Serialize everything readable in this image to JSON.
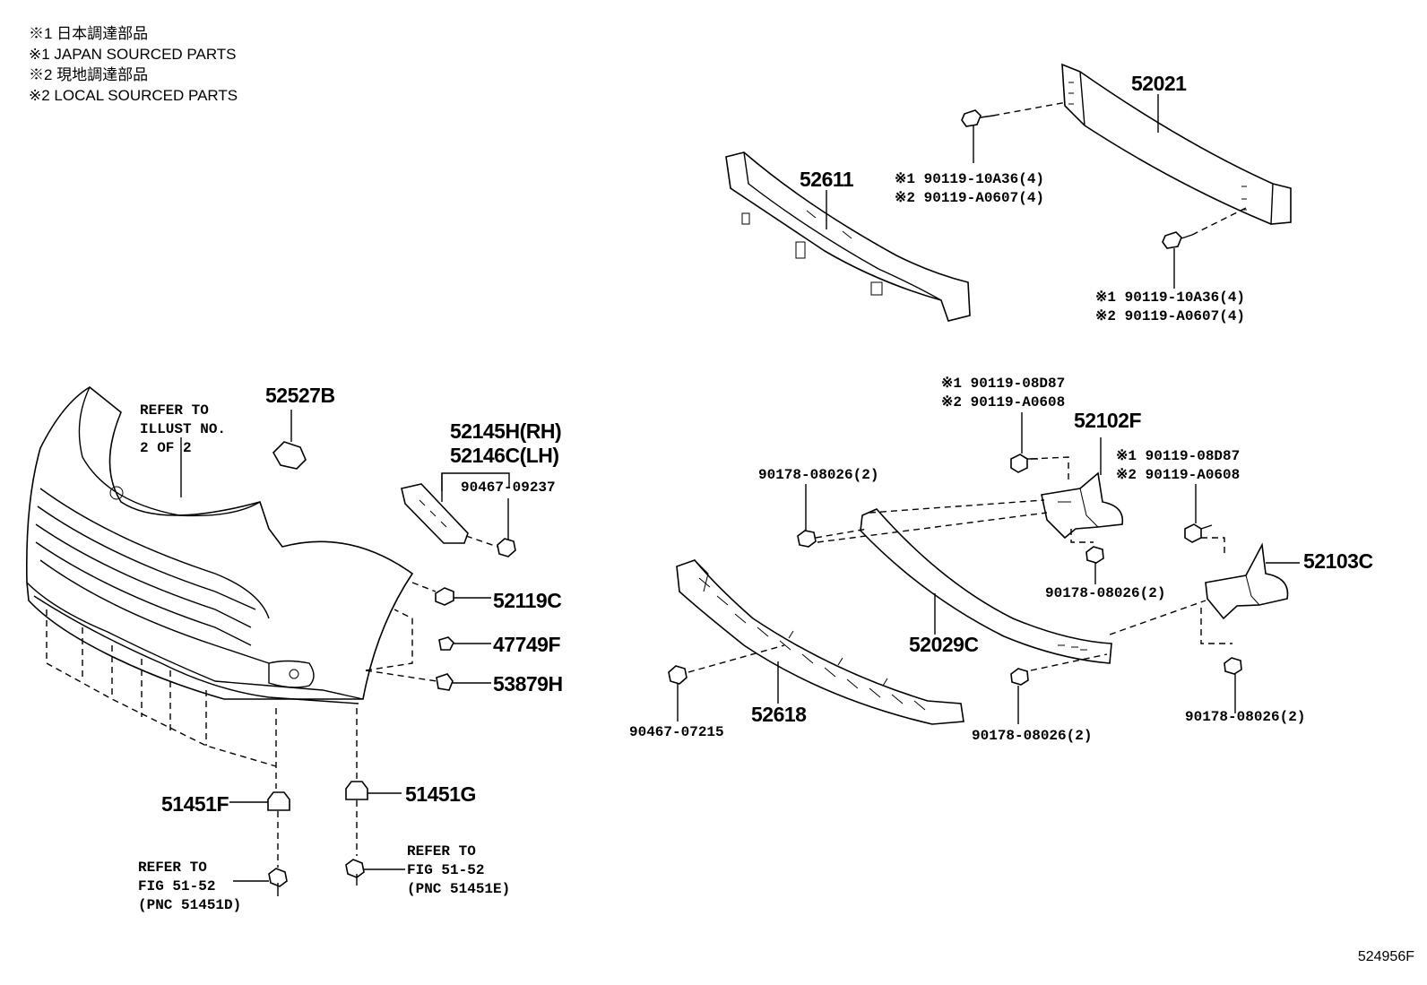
{
  "legend": [
    "※1 日本調達部品",
    "※1 JAPAN SOURCED PARTS",
    "※2 現地調達部品",
    "※2 LOCAL SOURCED PARTS"
  ],
  "parts": {
    "p52021": "52021",
    "p52611": "52611",
    "bolt_top_a_1": "※1 90119-10A36(4)",
    "bolt_top_a_2": "※2 90119-A0607(4)",
    "bolt_top_b_1": "※1 90119-10A36(4)",
    "bolt_top_b_2": "※2 90119-A0607(4)",
    "p52527B": "52527B",
    "refer_illust": [
      "REFER TO",
      "ILLUST NO.",
      "2 OF 2"
    ],
    "p52145H": "52145H(RH)",
    "p52146C": "52146C(LH)",
    "p90467_09237": "90467-09237",
    "p52119C": "52119C",
    "p47749F": "47749F",
    "p53879H": "53879H",
    "p51451F": "51451F",
    "p51451G": "51451G",
    "refer_fig_left": [
      "REFER TO",
      "FIG 51-52",
      "(PNC 51451D)"
    ],
    "refer_fig_right": [
      "REFER TO",
      "FIG 51-52",
      "(PNC 51451E)"
    ],
    "bolt_mid_a_1": "※1 90119-08D87",
    "bolt_mid_a_2": "※2 90119-A0608",
    "p52102F": "52102F",
    "bolt_mid_b_1": "※1 90119-08D87",
    "bolt_mid_b_2": "※2 90119-A0608",
    "p90178_left": "90178-08026(2)",
    "p52103C": "52103C",
    "p90178_mid": "90178-08026(2)",
    "p52029C": "52029C",
    "p52618": "52618",
    "p90467_07215": "90467-07215",
    "p90178_bottom": "90178-08026(2)",
    "p90178_right": "90178-08026(2)"
  },
  "illustration_id": "524956F"
}
